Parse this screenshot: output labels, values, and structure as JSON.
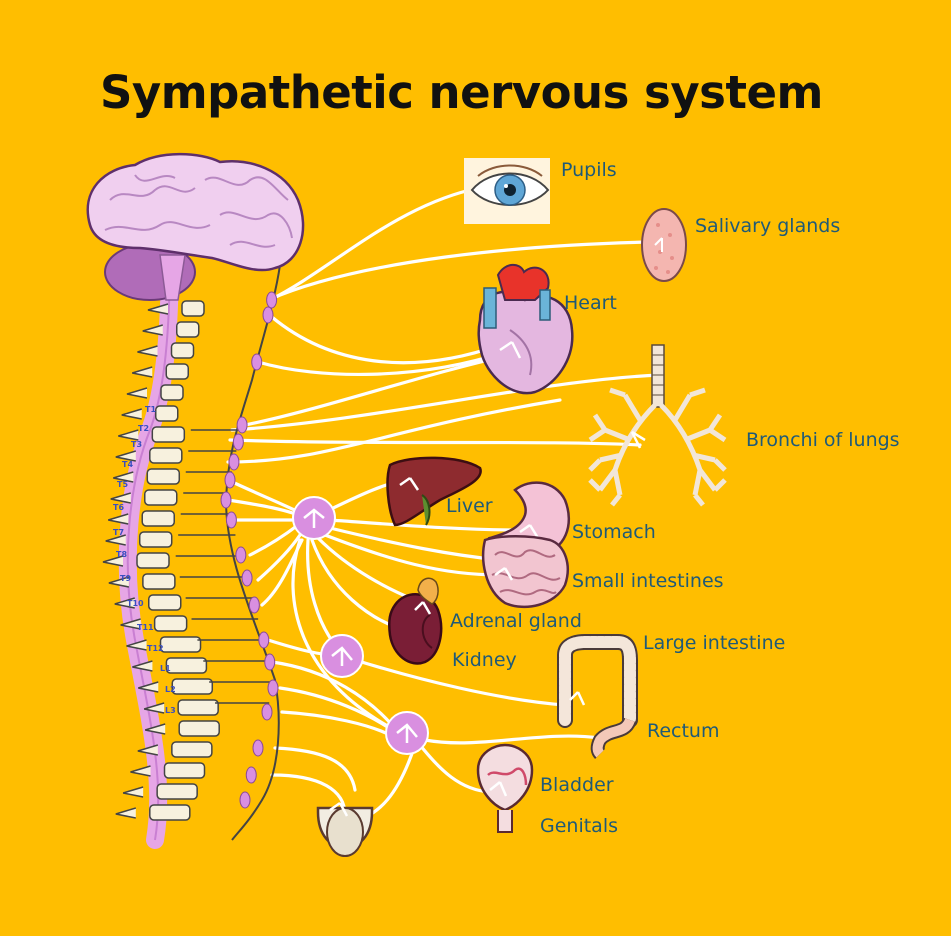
{
  "title": "Sympathetic nervous system",
  "colors": {
    "background": "#FFBE00",
    "nerve": "#FFFFFF",
    "ganglion": "#D98FE0",
    "label": "#1F5A78",
    "vertebra_label": "#3A4FC0",
    "title": "#111111"
  },
  "vertebra_labels": [
    "T1",
    "T2",
    "T3",
    "T4",
    "T5",
    "T6",
    "T7",
    "T8",
    "T9",
    "T10",
    "T11",
    "T12",
    "L1",
    "L2",
    "L3"
  ],
  "organs": {
    "pupils": "Pupils",
    "salivary_glands": "Salivary glands",
    "heart": "Heart",
    "bronchi": "Bronchi of lungs",
    "liver": "Liver",
    "stomach": "Stomach",
    "small_intestines": "Small intestines",
    "adrenal_gland": "Adrenal gland",
    "kidney": "Kidney",
    "large_intestine": "Large intestine",
    "rectum": "Rectum",
    "bladder": "Bladder",
    "genitals": "Genitals"
  }
}
